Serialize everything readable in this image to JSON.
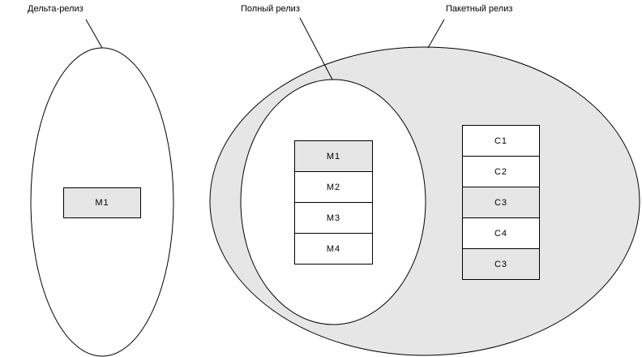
{
  "colors": {
    "shaded": "#e6e6e6",
    "line": "#000000"
  },
  "labels": {
    "delta": "Дельта-релиз",
    "full": "Полный релиз",
    "package": "Пакетный релиз"
  },
  "delta_box": {
    "label": "M1",
    "shaded": true
  },
  "full_stack": [
    {
      "label": "M1",
      "shaded": true
    },
    {
      "label": "M2",
      "shaded": false
    },
    {
      "label": "M3",
      "shaded": false
    },
    {
      "label": "M4",
      "shaded": false
    }
  ],
  "package_stack": [
    {
      "label": "C1",
      "shaded": false
    },
    {
      "label": "C2",
      "shaded": false
    },
    {
      "label": "C3",
      "shaded": true
    },
    {
      "label": "C4",
      "shaded": false
    },
    {
      "label": "C3",
      "shaded": true
    }
  ]
}
